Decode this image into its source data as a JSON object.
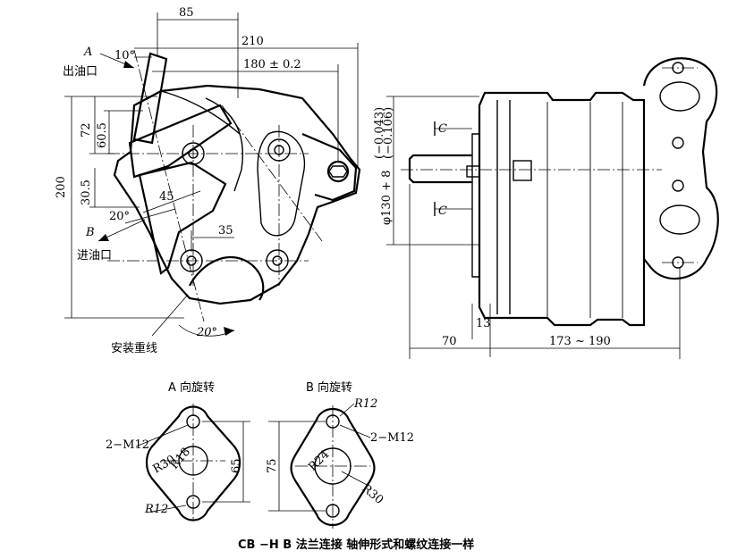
{
  "dimensions": {
    "d85": "85",
    "d210": "210",
    "d180": "180 ± 0.2",
    "d10deg": "10°",
    "d72": "72",
    "d60_5": "60.5",
    "d200": "200",
    "d30_5": "30.5",
    "d20deg_a": "20°",
    "d45": "45",
    "d35": "35",
    "d20deg_b": "20°",
    "dia130": "φ130 + 8",
    "dia130_tol_upper": "(−0.043)",
    "dia130_tol_lower": "(−0.106)",
    "d13": "13",
    "d70": "70",
    "d173_190": "173 ~ 190",
    "flangeA_65": "65",
    "flangeB_75": "75",
    "r12_a": "R12",
    "r12_b": "R12",
    "r30_a": "R30",
    "r30_b": "R30",
    "r18_a": "R18",
    "r24_b": "R24",
    "m12_a": "2−M12",
    "m12_b": "2−M12"
  },
  "labels": {
    "outlet_mark": "A",
    "outlet": "出油口",
    "inlet_mark": "B",
    "inlet": "进油口",
    "install_line": "安装重线",
    "section_c_top": "C",
    "section_c_bottom": "C",
    "view_a": "A 向旋转",
    "view_b": "B 向旋转"
  },
  "caption": "CB −H B  法兰连接  轴伸形式和螺纹连接一样"
}
